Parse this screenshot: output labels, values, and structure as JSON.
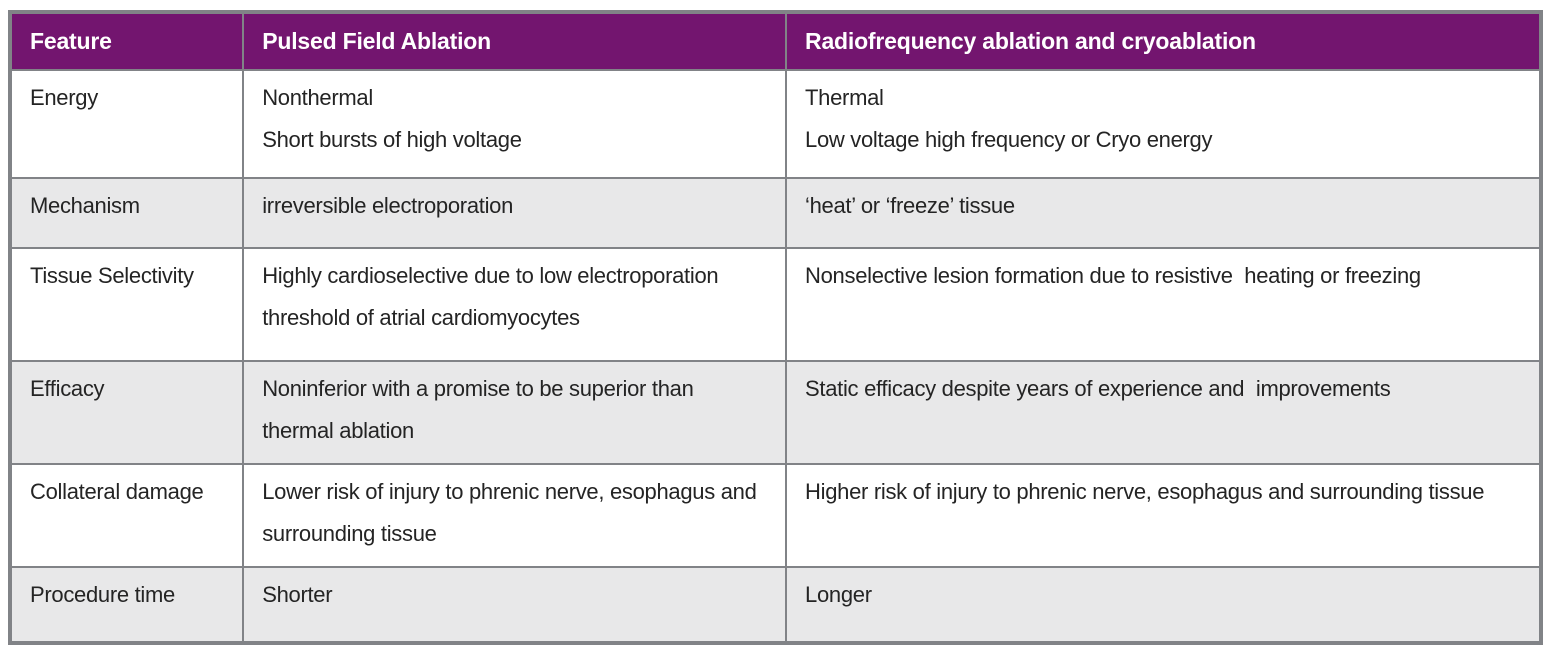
{
  "table": {
    "columns": [
      "Feature",
      "Pulsed Field Ablation",
      "Radiofrequency ablation and cryoablation"
    ],
    "rows": [
      {
        "feature": "Energy",
        "pfa": [
          "Nonthermal",
          "Short bursts of high voltage"
        ],
        "rf": [
          "Thermal",
          "Low voltage high frequency or Cryo energy"
        ]
      },
      {
        "feature": "Mechanism",
        "pfa": [
          "irreversible electroporation"
        ],
        "rf": [
          "‘heat’ or ‘freeze’ tissue"
        ]
      },
      {
        "feature": "Tissue Selectivity",
        "pfa": [
          "Highly cardioselective due to low electroporation threshold of atrial cardiomyocytes"
        ],
        "rf": [
          "Nonselective lesion formation due to resistive  heating or freezing"
        ]
      },
      {
        "feature": "Efficacy",
        "pfa": [
          "Noninferior with a promise to be superior than thermal ablation"
        ],
        "rf": [
          "Static efficacy despite years of experience and  improvements"
        ]
      },
      {
        "feature": "Collateral damage",
        "pfa": [
          "Lower risk of injury to phrenic nerve, esophagus and surrounding tissue"
        ],
        "rf": [
          "Higher risk of injury to phrenic nerve, esophagus and surrounding tissue"
        ]
      },
      {
        "feature": "Procedure time",
        "pfa": [
          "Shorter"
        ],
        "rf": [
          "Longer"
        ]
      }
    ],
    "colors": {
      "header_bg": "#73156f",
      "header_text": "#ffffff",
      "row_bg": "#ffffff",
      "row_alt_bg": "#e8e8e9",
      "border": "#818387",
      "body_text": "#242424"
    }
  }
}
